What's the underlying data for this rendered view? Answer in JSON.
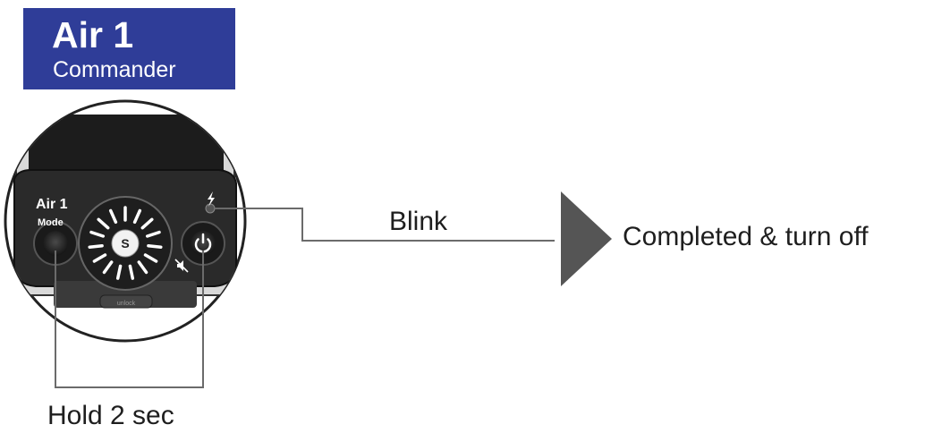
{
  "badge": {
    "title": "Air 1",
    "subtitle": "Commander"
  },
  "device": {
    "brand_label": "Air 1",
    "mode_label": "Mode",
    "dial_label": "S",
    "unlock_label": "unlock",
    "flash_icon": "flash-icon",
    "mute_icon": "mute-icon",
    "power_icon": "power-icon"
  },
  "labels": {
    "blink": "Blink",
    "result": "Completed & turn off",
    "hold": "Hold 2 sec"
  },
  "colors": {
    "badge_bg": "#2f3d98",
    "arrow": "#555555",
    "line": "#6b6b6b",
    "device_body": "#2a2a2a"
  }
}
